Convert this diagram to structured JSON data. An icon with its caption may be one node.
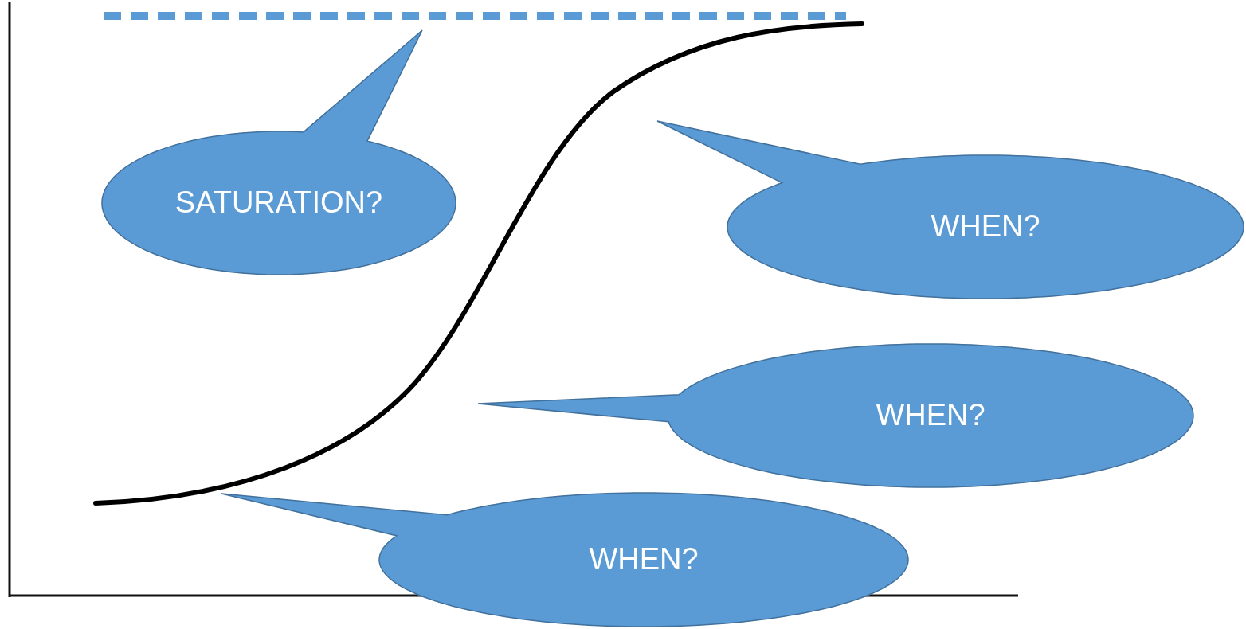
{
  "diagram": {
    "nodes": [
      {
        "text": [
          "SATURATION?"
        ]
      },
      {
        "text": [
          "WHEN?"
        ]
      },
      {
        "text": [
          "WHEN?"
        ]
      },
      {
        "text": [
          "WHEN?"
        ]
      }
    ]
  }
}
